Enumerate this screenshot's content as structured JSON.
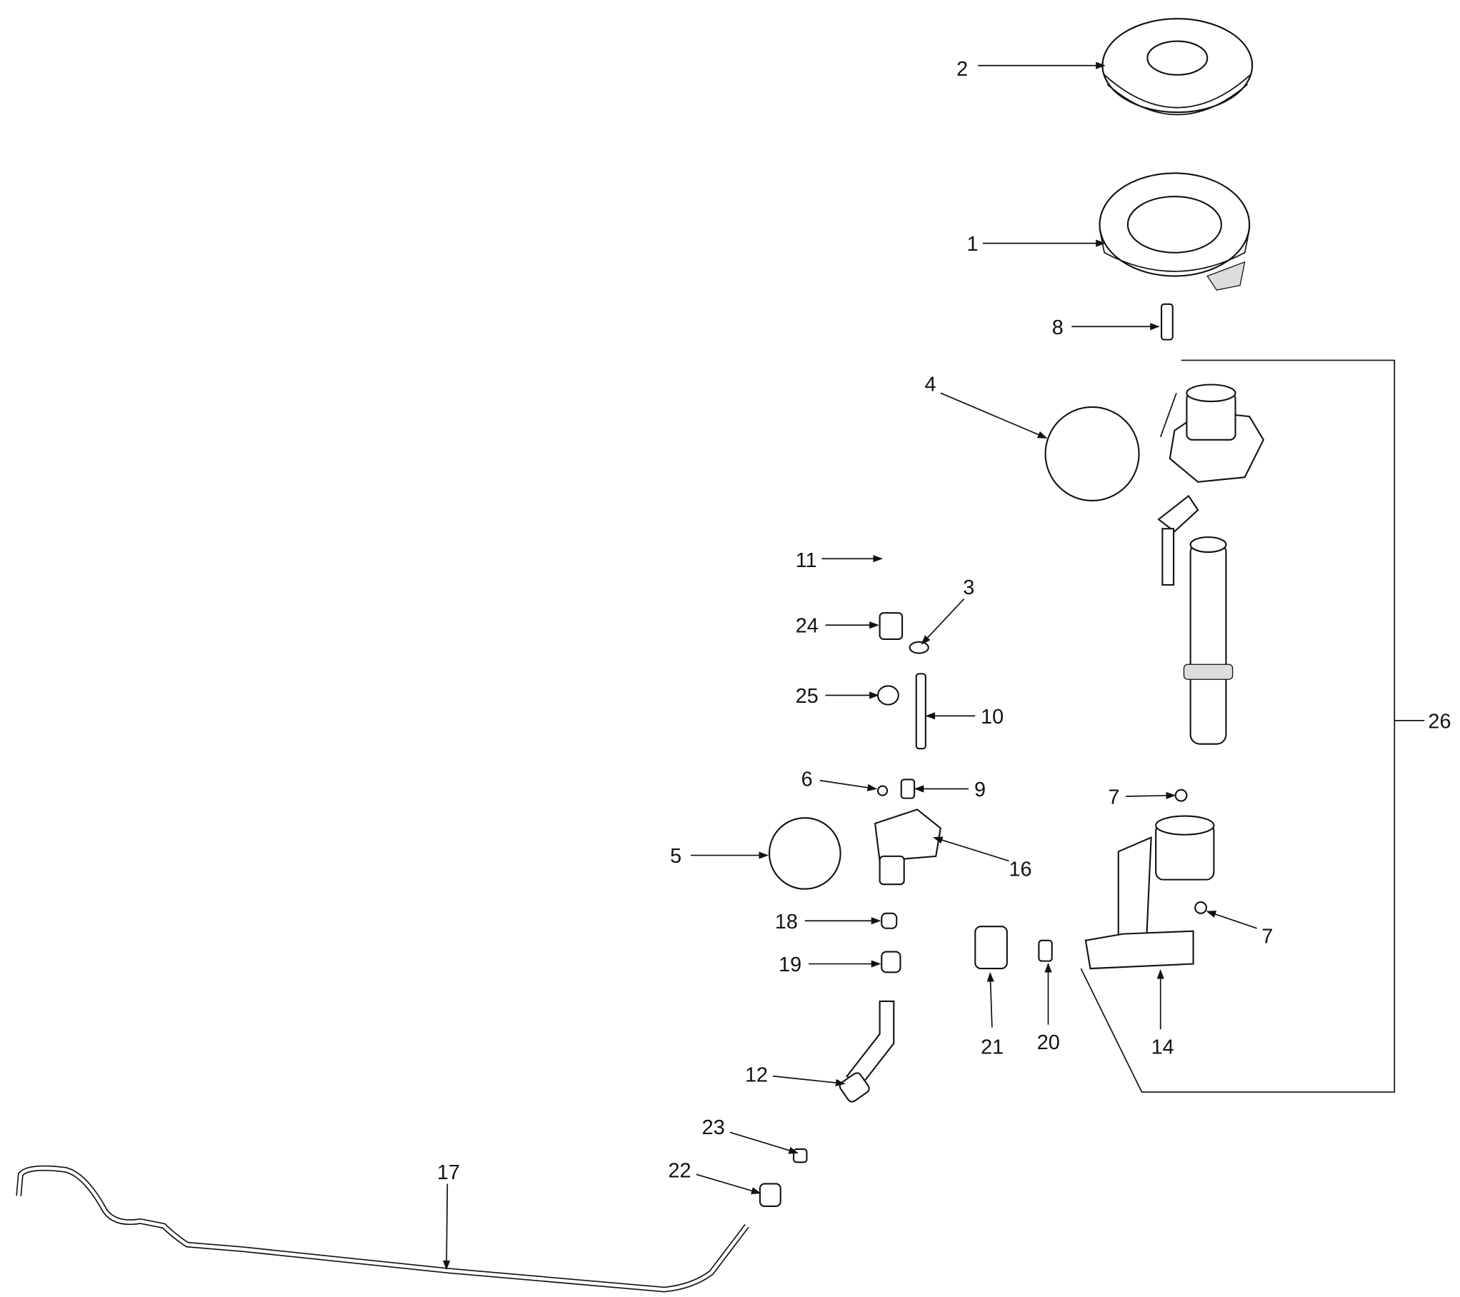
{
  "diagram": {
    "type": "exploded-parts-view",
    "callouts": [
      "1",
      "2",
      "3",
      "4",
      "5",
      "6",
      "7",
      "8",
      "9",
      "10",
      "11",
      "12",
      "14",
      "16",
      "17",
      "18",
      "19",
      "20",
      "21",
      "22",
      "23",
      "24",
      "25",
      "26"
    ],
    "labels": {
      "l1": "1",
      "l2": "2",
      "l3": "3",
      "l4": "4",
      "l5": "5",
      "l6": "6",
      "l7a": "7",
      "l7b": "7",
      "l8": "8",
      "l9": "9",
      "l10": "10",
      "l11": "11",
      "l12": "12",
      "l14": "14",
      "l16": "16",
      "l17": "17",
      "l18": "18",
      "l19": "19",
      "l20": "20",
      "l21": "21",
      "l22": "22",
      "l23": "23",
      "l24": "24",
      "l25": "25",
      "l26": "26"
    }
  }
}
